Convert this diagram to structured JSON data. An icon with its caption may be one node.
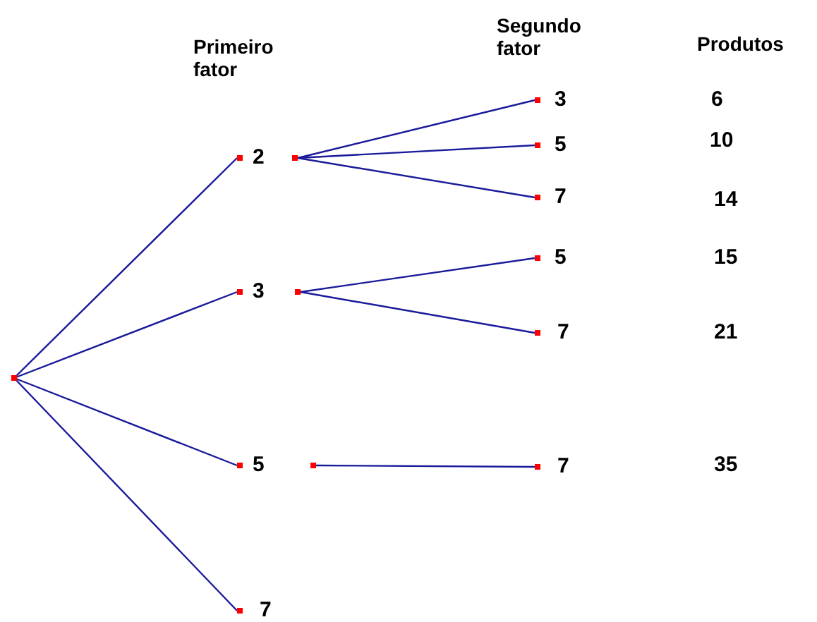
{
  "diagram": {
    "nodes": [
      {
        "text": [],
        "shape": "dot"
      },
      {
        "text": [
          "2"
        ]
      },
      {
        "text": [
          "3"
        ]
      },
      {
        "text": [
          "5"
        ]
      },
      {
        "text": [
          "7"
        ]
      },
      {
        "text": [
          "3"
        ]
      },
      {
        "text": [
          "5"
        ]
      },
      {
        "text": [
          "7"
        ]
      },
      {
        "text": [
          "5"
        ]
      },
      {
        "text": [
          "7"
        ]
      },
      {
        "text": [
          "7"
        ]
      }
    ],
    "edges": [
      {
        "from": 0,
        "to": 1,
        "arrow": "none"
      },
      {
        "from": 0,
        "to": 2,
        "arrow": "none"
      },
      {
        "from": 0,
        "to": 3,
        "arrow": "none"
      },
      {
        "from": 0,
        "to": 4,
        "arrow": "none"
      },
      {
        "from": 1,
        "to": 5,
        "arrow": "none"
      },
      {
        "from": 1,
        "to": 6,
        "arrow": "none"
      },
      {
        "from": 1,
        "to": 7,
        "arrow": "none"
      },
      {
        "from": 2,
        "to": 8,
        "arrow": "none"
      },
      {
        "from": 2,
        "to": 9,
        "arrow": "none"
      },
      {
        "from": 3,
        "to": 10,
        "arrow": "none"
      }
    ],
    "labels": [
      "Segundo fator",
      "Primeiro fator",
      "Produtos",
      "6",
      "10",
      "14",
      "15",
      "21",
      "35"
    ]
  }
}
